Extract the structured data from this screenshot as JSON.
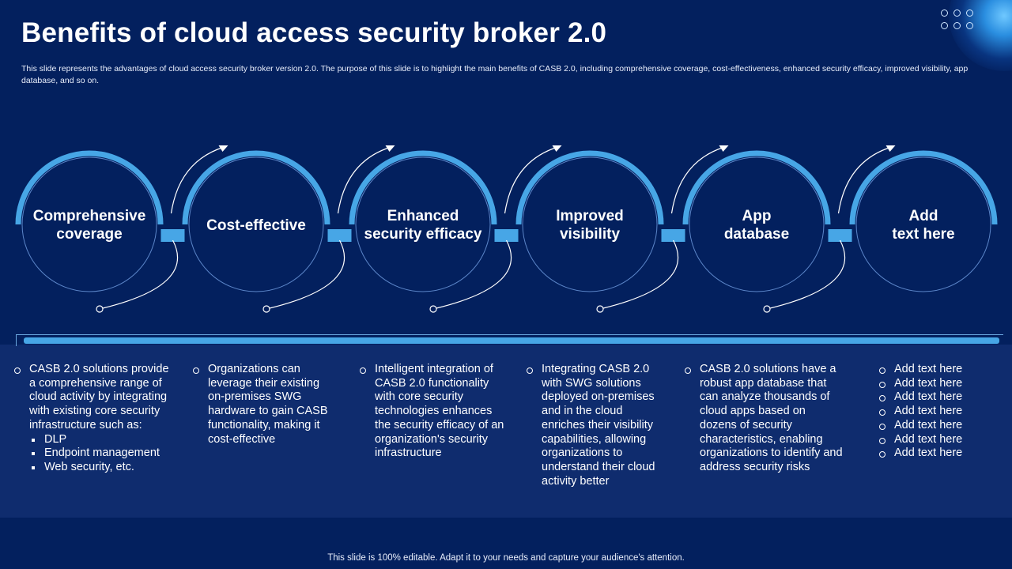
{
  "title": "Benefits of cloud access security broker 2.0",
  "subtitle": "This slide represents the advantages of cloud access security broker version 2.0. The purpose of this slide is to highlight the main benefits of CASB 2.0, including comprehensive coverage, cost-effectiveness, enhanced security efficacy, improved visibility, app database, and so on.",
  "colors": {
    "background": "#03205e",
    "panel": "#0f2c6e",
    "accent": "#47a6e6",
    "text": "#ffffff"
  },
  "benefits": [
    {
      "line1": "Comprehensive",
      "line2": "coverage"
    },
    {
      "line1": "Cost-effective",
      "line2": ""
    },
    {
      "line1": "Enhanced",
      "line2": "security efficacy"
    },
    {
      "line1": "Improved",
      "line2": "visibility"
    },
    {
      "line1": "App",
      "line2": "database"
    },
    {
      "line1": "Add",
      "line2": "text here"
    }
  ],
  "details": [
    {
      "bullets": [
        "CASB 2.0 solutions provide a comprehensive range of cloud activity by integrating with existing core security infrastructure such as:"
      ],
      "sub_bullets": [
        "DLP",
        "Endpoint management",
        "Web security, etc."
      ]
    },
    {
      "bullets": [
        "Organizations can leverage their existing on-premises SWG hardware to gain CASB functionality, making it cost-effective"
      ]
    },
    {
      "bullets": [
        "Intelligent integration of CASB 2.0 functionality with core security technologies enhances the security efficacy of an organization's security infrastructure"
      ]
    },
    {
      "bullets": [
        "Integrating CASB 2.0 with SWG solutions deployed on-premises and in the cloud enriches their visibility capabilities, allowing organizations to understand their cloud activity better"
      ]
    },
    {
      "bullets": [
        "CASB 2.0 solutions have a robust app database that can analyze thousands of cloud apps based on dozens of security characteristics, enabling organizations to identify and address security risks"
      ]
    },
    {
      "bullets": [
        "Add text here",
        "Add text here",
        "Add text here",
        "Add text here",
        "Add text here",
        "Add text here",
        "Add text here"
      ]
    }
  ],
  "footer": "This slide is 100% editable. Adapt it to your needs and capture your audience's attention."
}
